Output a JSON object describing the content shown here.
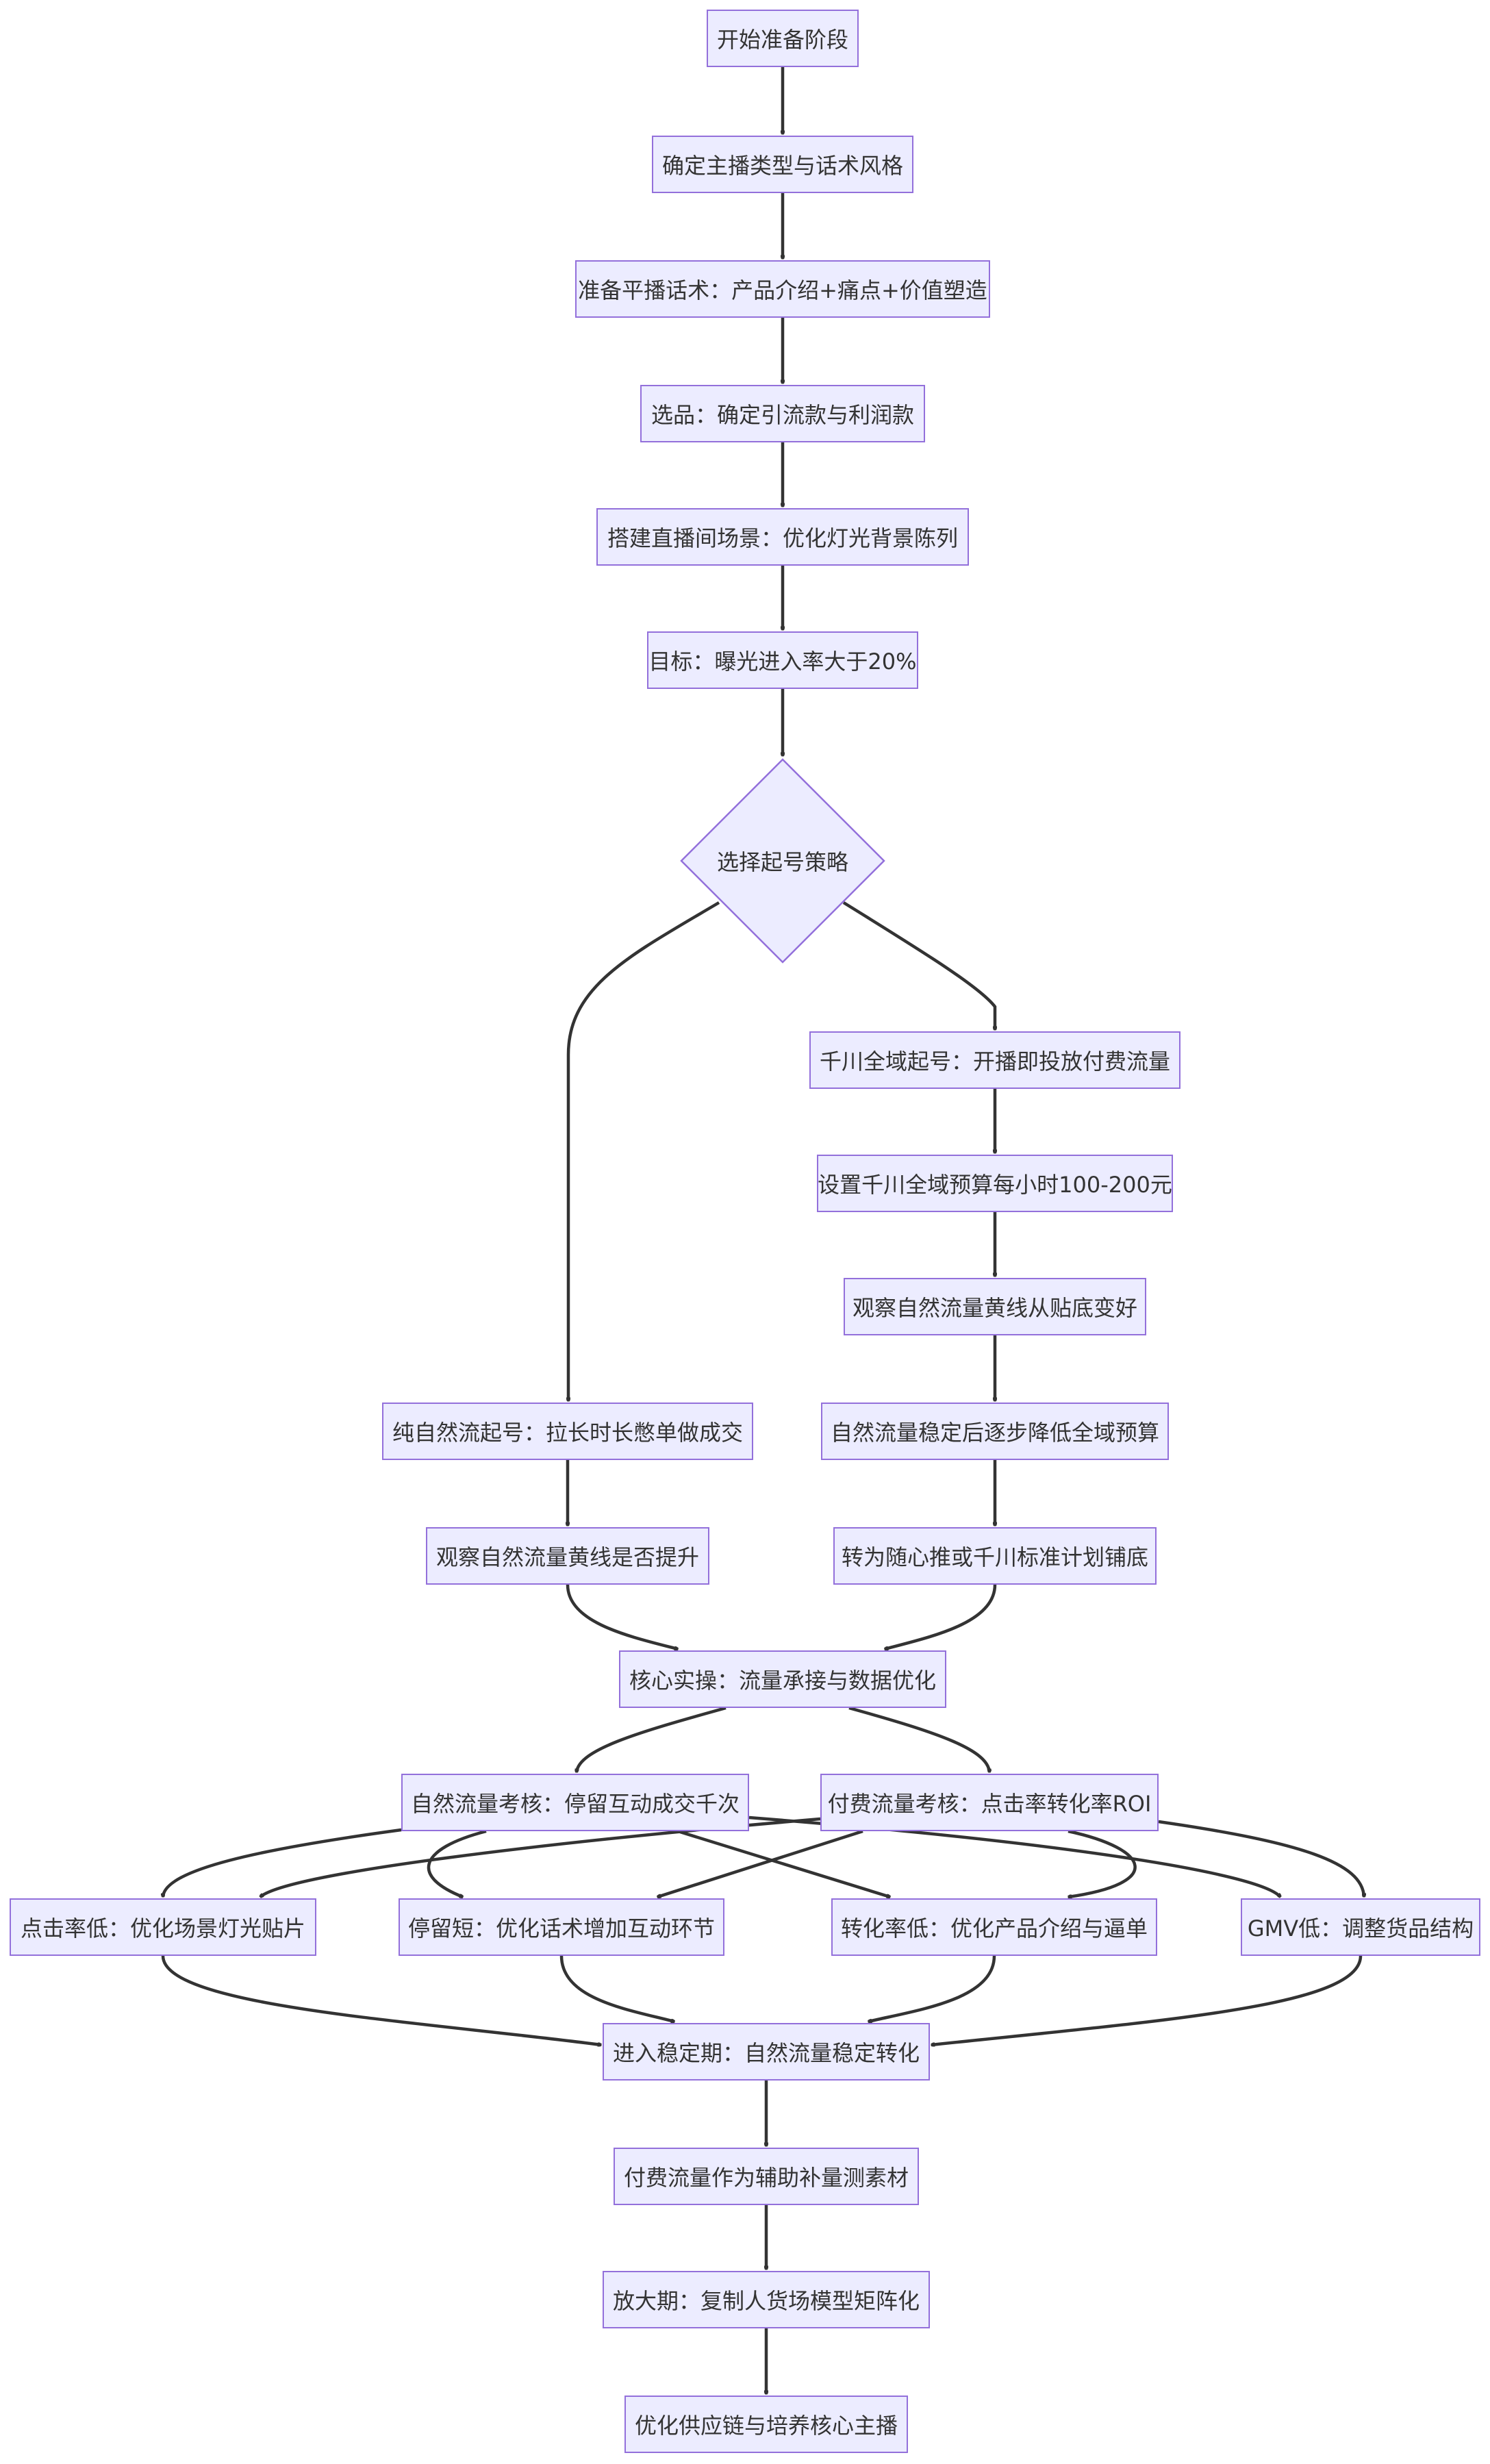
{
  "diagram": {
    "colors": {
      "node_fill": "#ECECFF",
      "node_stroke": "#9370DB",
      "edge": "#333333",
      "text": "#333333"
    },
    "nodes": {
      "n1": "开始准备阶段",
      "n2": "确定主播类型与话术风格",
      "n3": "准备平播话术：产品介绍+痛点+价值塑造",
      "n4": "选品：确定引流款与利润款",
      "n5": "搭建直播间场景：优化灯光背景陈列",
      "n6": "目标：曝光进入率大于20%",
      "d1": "选择起号策略",
      "q1": "千川全域起号：开播即投放付费流量",
      "q2": "设置千川全域预算每小时100-200元",
      "q3": "观察自然流量黄线从贴底变好",
      "q4": "自然流量稳定后逐步降低全域预算",
      "q5": "转为随心推或千川标准计划铺底",
      "z1": "纯自然流起号：拉长时长憋单做成交",
      "z2": "观察自然流量黄线是否提升",
      "c1": "核心实操：流量承接与数据优化",
      "a1": "自然流量考核：停留互动成交千次",
      "a2": "付费流量考核：点击率转化率ROI",
      "o1": "点击率低：优化场景灯光贴片",
      "o2": "停留短：优化话术增加互动环节",
      "o3": "转化率低：优化产品介绍与逼单",
      "o4": "GMV低：调整货品结构",
      "s1": "进入稳定期：自然流量稳定转化",
      "s2": "付费流量作为辅助补量测素材",
      "s3": "放大期：复制人货场模型矩阵化",
      "s4": "优化供应链与培养核心主播"
    }
  }
}
